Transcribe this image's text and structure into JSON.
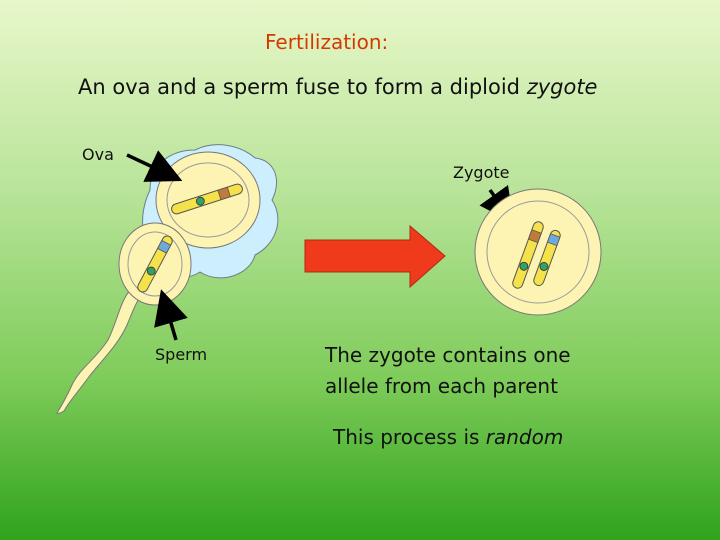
{
  "title": "Fertilization:",
  "subtitle": {
    "prefix": "An ova and a sperm fuse to form a diploid ",
    "emphasis": "zygote"
  },
  "labels": {
    "ova": "Ova",
    "zygote": "Zygote",
    "sperm": "Sperm"
  },
  "description": {
    "line1": "The zygote contains one",
    "line2": "allele from each parent"
  },
  "note": {
    "prefix": "This process is ",
    "emphasis": "random"
  },
  "colors": {
    "title": "#d43a00",
    "arrow": "#ef3b1c",
    "cell_fill": "#fdf4b3",
    "halo": "#cdeefc",
    "chromosome": "#f5e24a",
    "centromere": "#2ea26a",
    "allele_blue": "#6fa8dc",
    "allele_brown": "#c07a3a"
  }
}
